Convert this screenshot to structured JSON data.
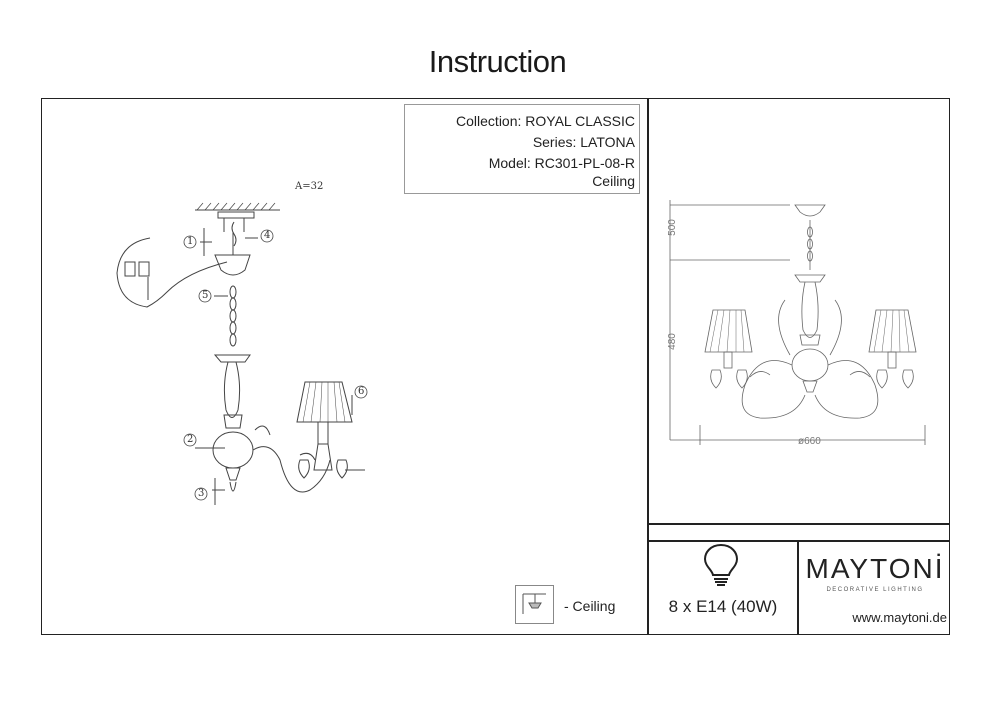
{
  "page": {
    "title": "Instruction"
  },
  "product": {
    "collection": "Collection: ROYAL CLASSIC",
    "series": "Series: LATONA",
    "model": "Model: RC301-PL-08-R",
    "type": "Ceiling"
  },
  "assembly": {
    "ref_code": "A=32",
    "steps": [
      "1",
      "2",
      "3",
      "4",
      "5",
      "6"
    ]
  },
  "dimensions": {
    "height_top": "500",
    "height_body": "480",
    "diameter": "ø660"
  },
  "legend": {
    "ceiling_label": "- Ceiling"
  },
  "lamp": {
    "spec": "8 x E14 (40W)"
  },
  "brand": {
    "name": "MAYTONİ",
    "tagline": "DECORATIVE LIGHTING",
    "website": "www.maytoni.de"
  }
}
